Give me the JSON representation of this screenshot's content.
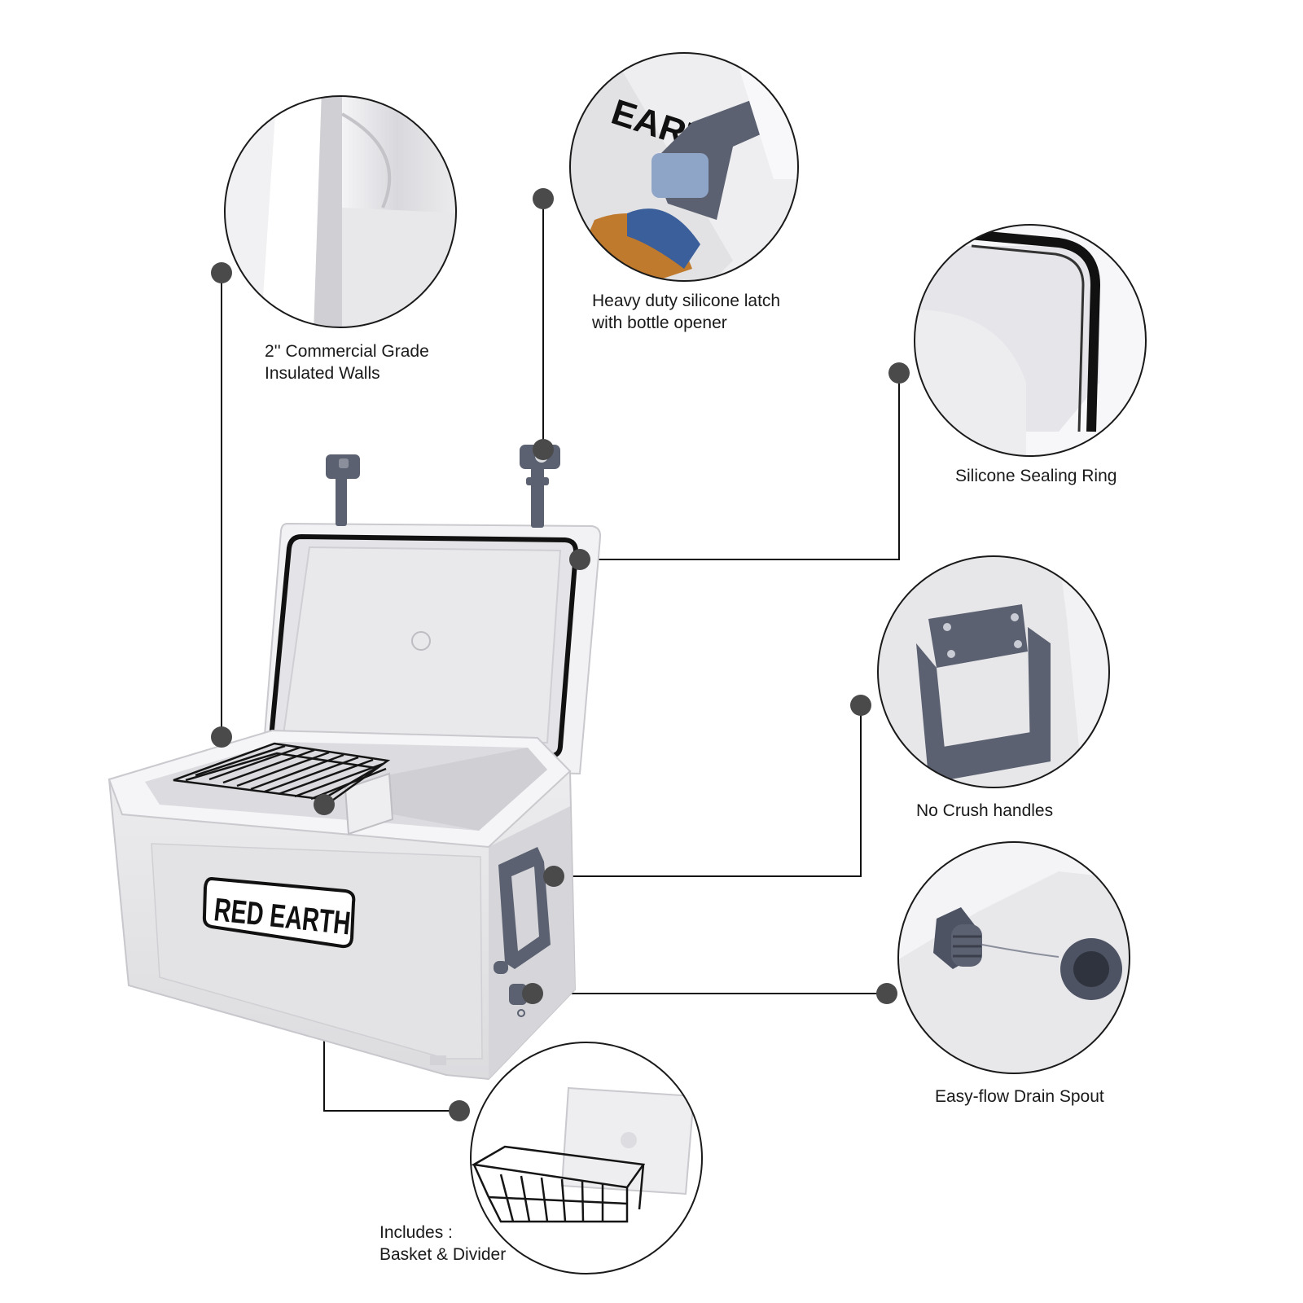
{
  "brand": {
    "logo_text": "RED EARTH"
  },
  "features": [
    {
      "id": "walls",
      "lines": [
        "2'' Commercial Grade",
        "Insulated Walls"
      ]
    },
    {
      "id": "latch",
      "lines": [
        "Heavy duty silicone latch",
        "with bottle opener"
      ]
    },
    {
      "id": "seal",
      "lines": [
        "Silicone Sealing Ring"
      ]
    },
    {
      "id": "handles",
      "lines": [
        "No Crush handles"
      ]
    },
    {
      "id": "drain",
      "lines": [
        "Easy-flow Drain Spout"
      ]
    },
    {
      "id": "includes",
      "lines": [
        "Includes :",
        "Basket & Divider"
      ]
    }
  ],
  "colors": {
    "cooler_body": "#e6e6e9",
    "cooler_trim": "#f3f3f5",
    "latch_gray": "#5b6170",
    "gasket": "#111111",
    "callout_dot": "#4a4a4a",
    "callout_line": "#111111"
  }
}
